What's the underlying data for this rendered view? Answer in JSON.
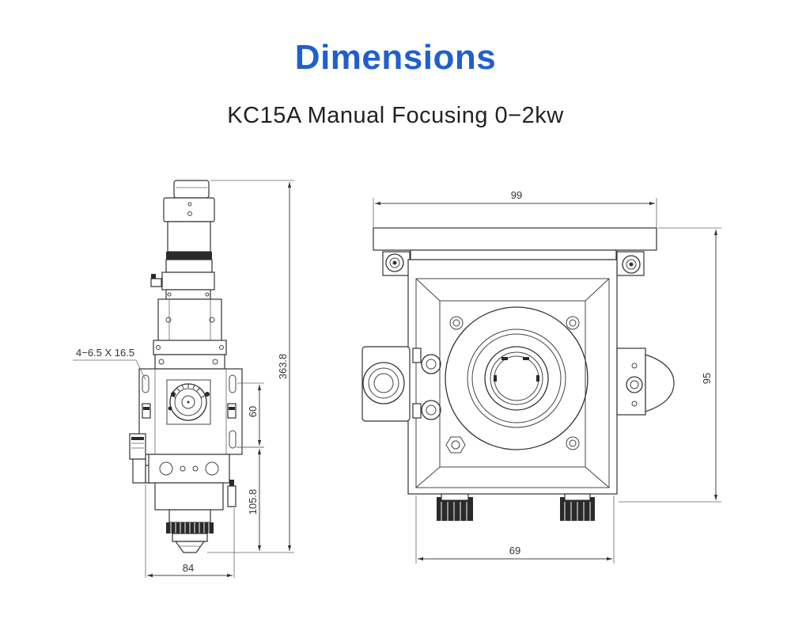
{
  "header": {
    "title": "Dimensions",
    "subtitle": "KC15A Manual Focusing 0−2kw"
  },
  "colors": {
    "title": "#1f5fd0",
    "text": "#222222",
    "lines": "#333333"
  },
  "side_view": {
    "total_height": "363.8",
    "lower_height": "105.8",
    "slot_height": "60",
    "width": "84",
    "slot_label": "4−6.5 X 16.5"
  },
  "front_view": {
    "top_width": "99",
    "bottom_width": "69",
    "height": "95"
  }
}
